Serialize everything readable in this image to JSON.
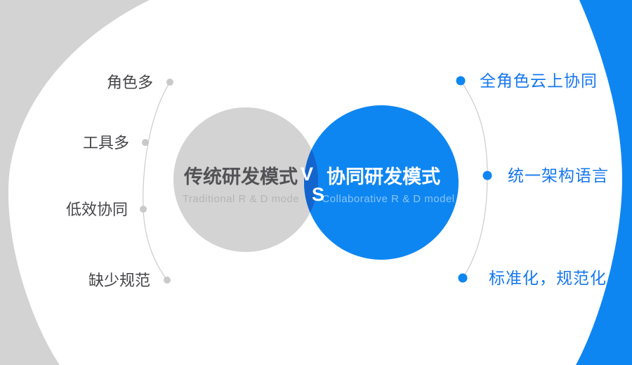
{
  "colors": {
    "blue": "#0e86f2",
    "blue_dark": "#1365cd",
    "gray": "#d3d3d3",
    "title_dark": "#525256",
    "label_dark": "#454549",
    "sub_gray": "#b5b5b7",
    "blue_text": "#1577f0",
    "dot_gray": "#c9c9c9",
    "line": "#cccccc"
  },
  "versus": {
    "v": "V",
    "s": "S"
  },
  "left_circle": {
    "title": "传统研发模式",
    "subtitle": "Traditional R & D mode"
  },
  "right_circle": {
    "title": "协同研发模式",
    "subtitle": "Collaborative R & D model"
  },
  "left_items": [
    {
      "label": "角色多"
    },
    {
      "label": "工具多"
    },
    {
      "label": "低效协同"
    },
    {
      "label": "缺少规范"
    }
  ],
  "right_items": [
    {
      "label": "全角色云上协同"
    },
    {
      "label": "统一架构语言"
    },
    {
      "label": "标准化，规范化"
    }
  ]
}
